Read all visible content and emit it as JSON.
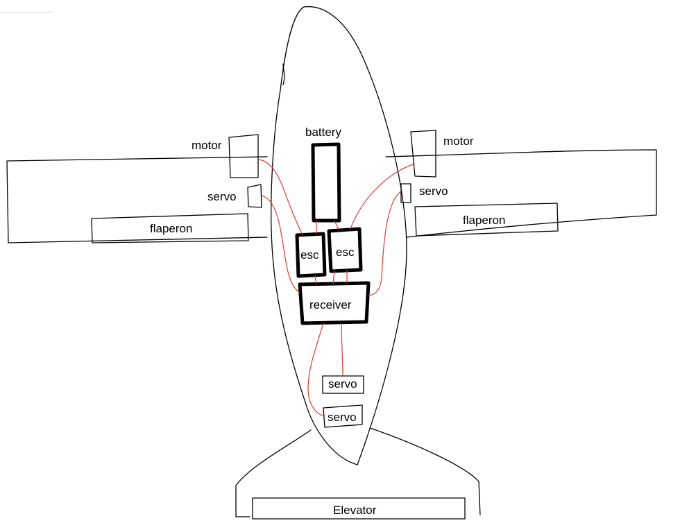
{
  "labels": {
    "battery": "battery",
    "motor_left": "motor",
    "motor_right": "motor",
    "servo_left": "servo",
    "servo_right": "servo",
    "flaperon_left": "flaperon",
    "flaperon_right": "flaperon",
    "esc_left": "esc",
    "esc_right": "esc",
    "receiver": "receiver",
    "servo_tail_upper": "servo",
    "servo_tail_lower": "servo",
    "elevator": "Elevator"
  },
  "colors": {
    "outline": "#000000",
    "wire": "#e03b2e",
    "background": "#ffffff"
  }
}
